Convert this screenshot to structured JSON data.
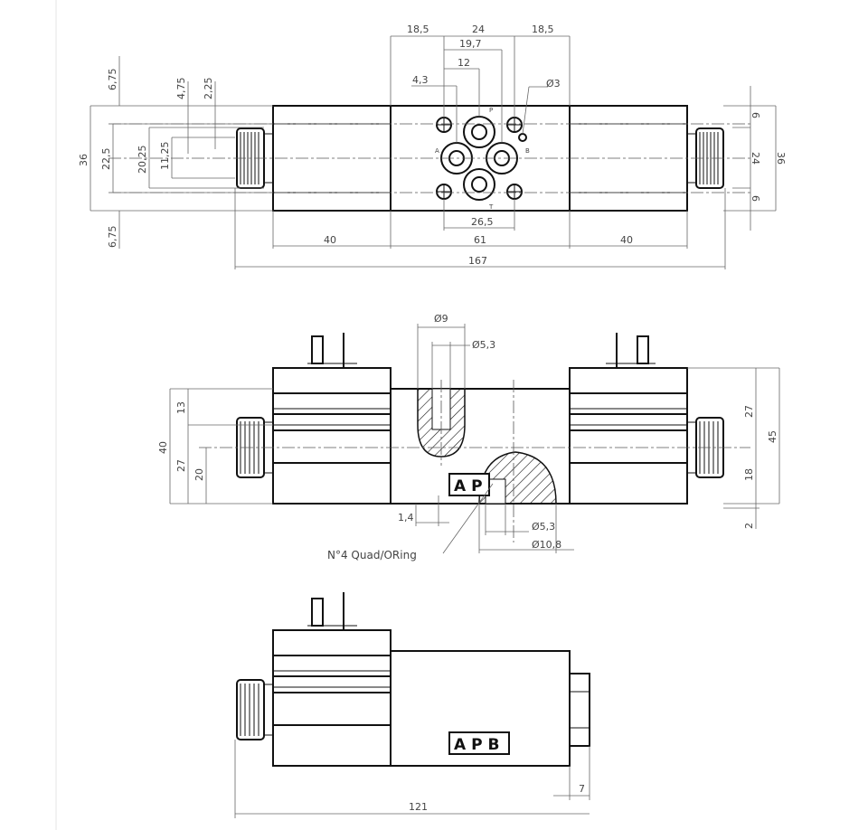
{
  "views": {
    "top": {
      "dims": {
        "d18_5_left": "18,5",
        "d24_top": "24",
        "d18_5_right": "18,5",
        "d19_7": "19,7",
        "d12": "12",
        "d4_3": "4,3",
        "phi3": "Ø3",
        "d6_75_top": "6,75",
        "d4_75": "4,75",
        "d2_25": "2,25",
        "d36_left": "36",
        "d22_5": "22,5",
        "d20_25": "20,25",
        "d11_25": "11,25",
        "d6_75_bottom": "6,75",
        "d6_right_top": "6",
        "d24_right": "24",
        "d36_right": "36",
        "d6_right_bottom": "6",
        "d26_5": "26,5",
        "d40_left": "40",
        "d61": "61",
        "d40_right": "40",
        "d167": "167"
      },
      "ports": {
        "P": "P",
        "A": "A",
        "B": "B",
        "T": "T"
      }
    },
    "front": {
      "dims": {
        "phi9": "Ø9",
        "phi5_3_top": "Ø5,3",
        "d13": "13",
        "d40": "40",
        "d27_left": "27",
        "d20": "20",
        "d27_right": "27",
        "d45": "45",
        "d18": "18",
        "d2": "2",
        "d1_4": "1,4",
        "phi5_3_bottom": "Ø5,3",
        "phi10_8": "Ø10,8"
      },
      "label_ap": "A P",
      "oring_note": "N°4 Quad/ORing"
    },
    "side": {
      "dims": {
        "d7": "7",
        "d121": "121"
      },
      "label_apb": "A P B"
    }
  }
}
